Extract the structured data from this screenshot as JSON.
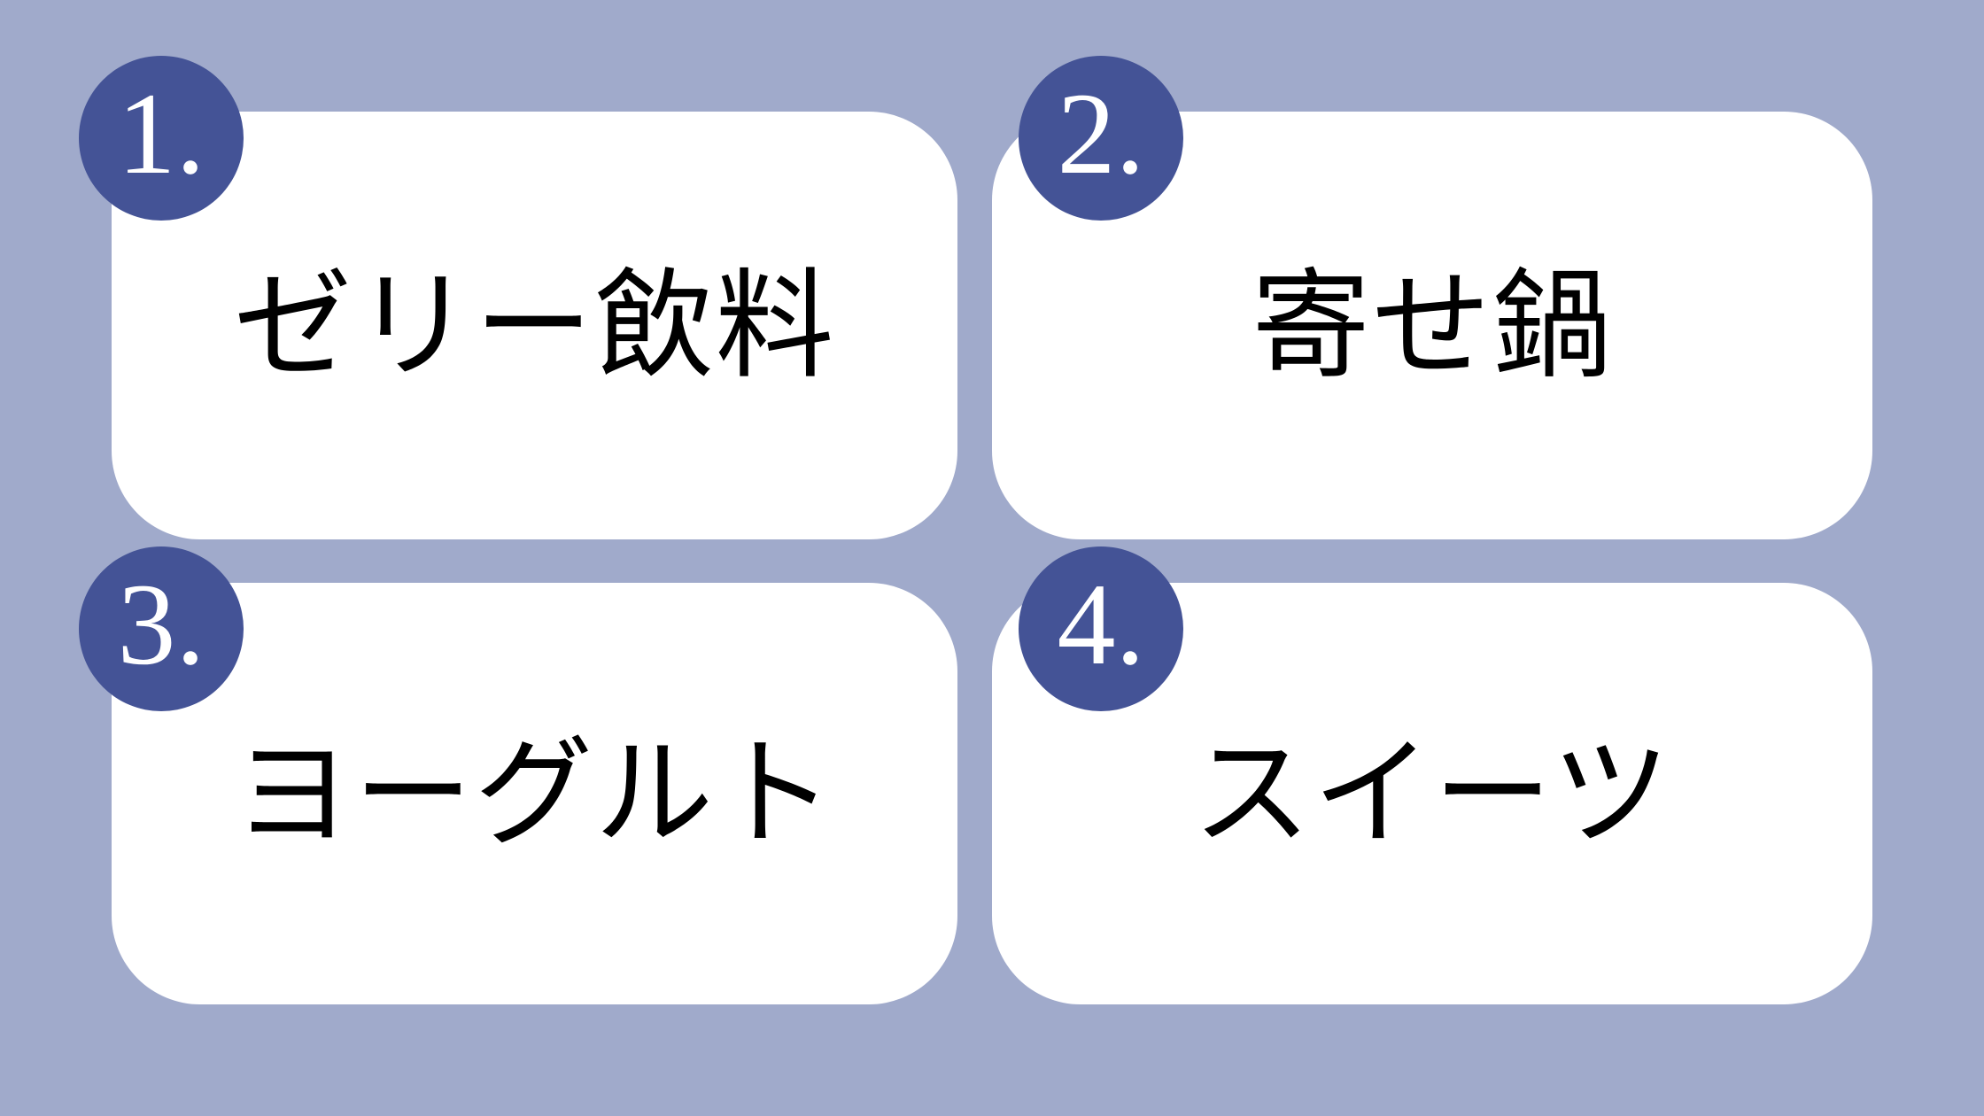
{
  "colors": {
    "background": "#a0aacb",
    "card": "#ffffff",
    "badge": "#445396",
    "badge_text": "#ffffff",
    "card_text": "#000000"
  },
  "items": [
    {
      "number": "1.",
      "label": "ゼリー飲料"
    },
    {
      "number": "2.",
      "label": "寄せ鍋"
    },
    {
      "number": "3.",
      "label": "ヨーグルト"
    },
    {
      "number": "4.",
      "label": "スイーツ"
    }
  ]
}
